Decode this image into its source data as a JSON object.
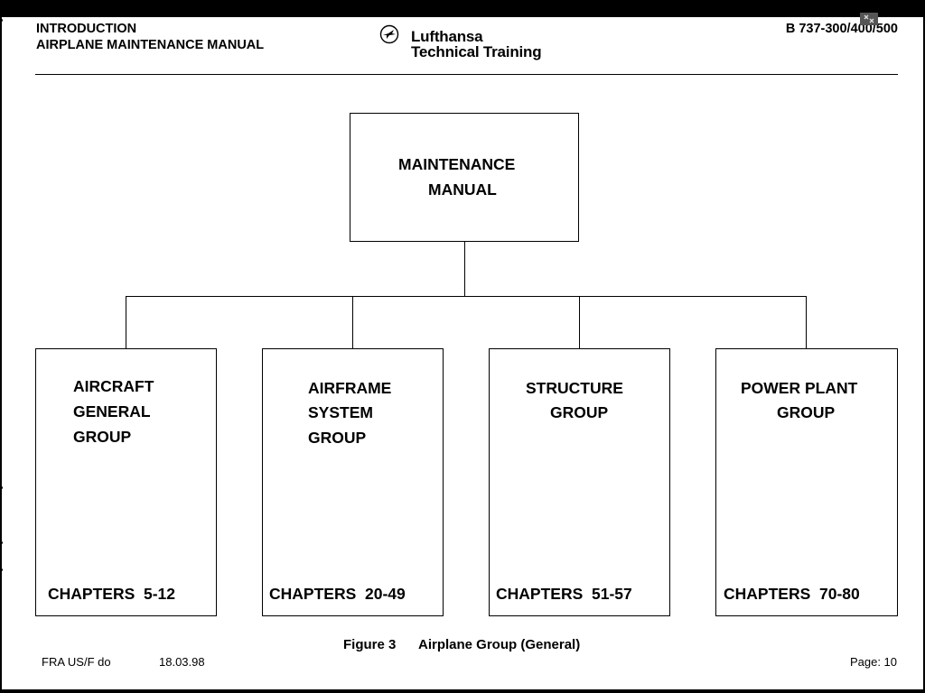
{
  "header": {
    "left_line1": "INTRODUCTION",
    "left_line2": "AIRPLANE MAINTENANCE MANUAL",
    "brand_line1": "Lufthansa",
    "brand_line2": "Technical Training",
    "aircraft": "B 737-300/400/500",
    "logo_icon": "lufthansa-crane-logo"
  },
  "diagram": {
    "root": {
      "line1": "MAINTENANCE",
      "line2": "MANUAL"
    },
    "groups": [
      {
        "lines": [
          "AIRCRAFT",
          "GENERAL",
          "GROUP"
        ],
        "chapters": "CHAPTERS  5-12"
      },
      {
        "lines": [
          "AIRFRAME",
          "SYSTEM",
          "GROUP"
        ],
        "chapters": "CHAPTERS  20-49"
      },
      {
        "lines": [
          "STRUCTURE",
          "GROUP"
        ],
        "chapters": "CHAPTERS  51-57"
      },
      {
        "lines": [
          "POWER PLANT",
          "GROUP"
        ],
        "chapters": "CHAPTERS  70-80"
      }
    ]
  },
  "caption": {
    "figure": "Figure 3",
    "title": "Airplane Group (General)"
  },
  "footer": {
    "author": "FRA US/F do",
    "date": "18.03.98",
    "page": "Page: 10"
  }
}
